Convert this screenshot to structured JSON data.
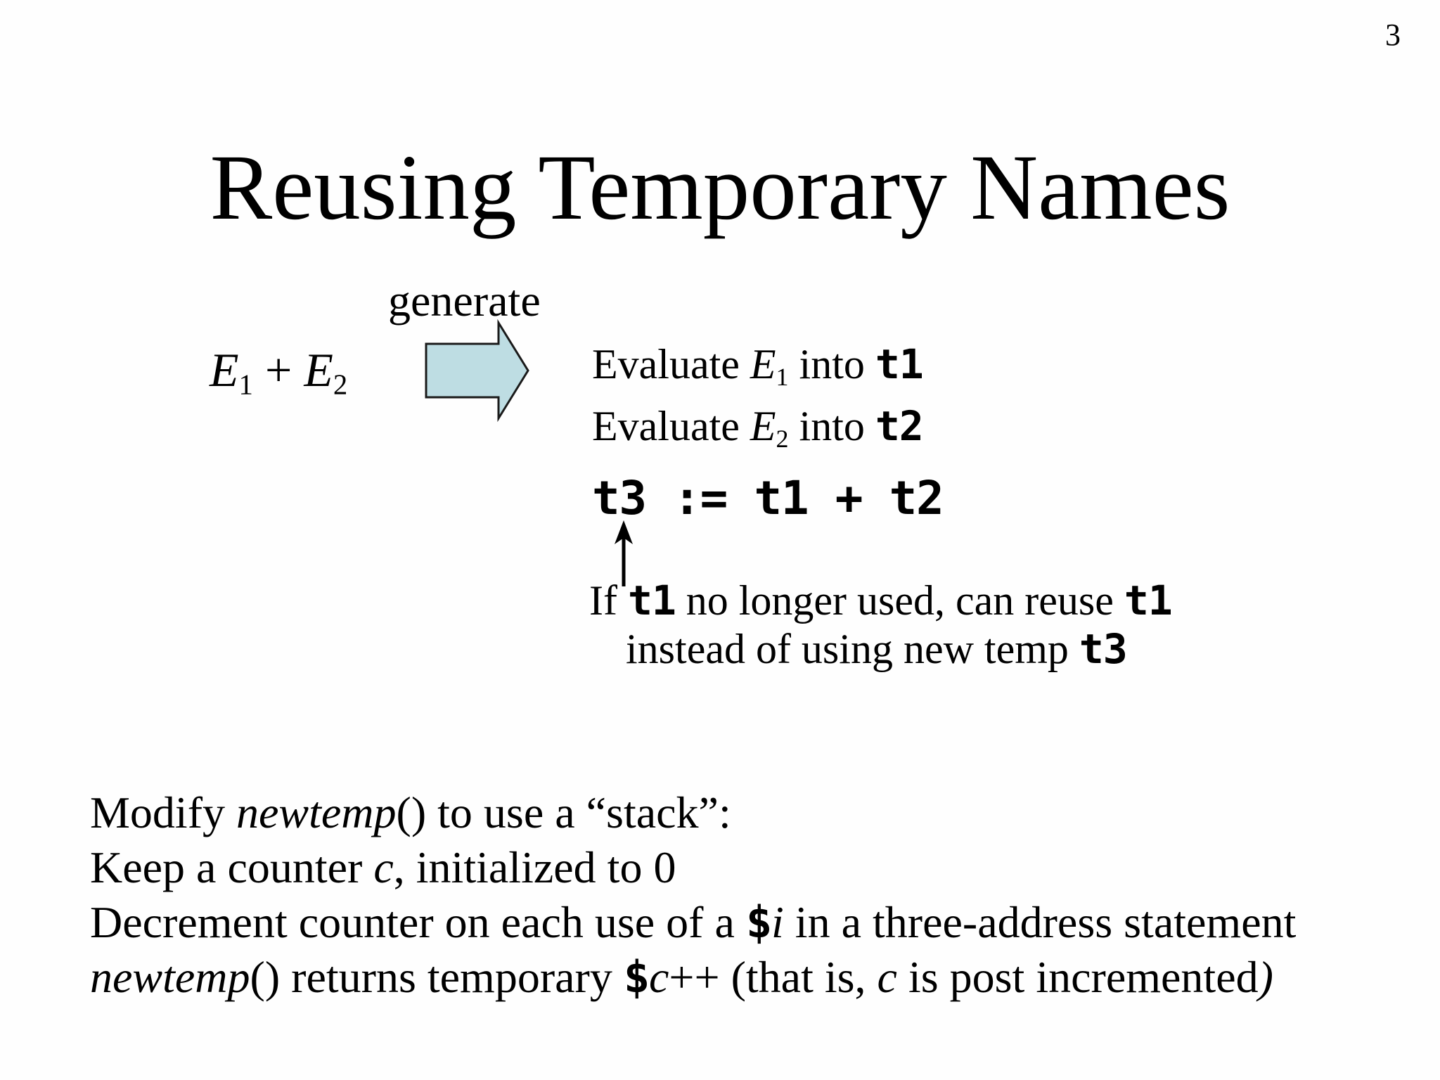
{
  "page_number": "3",
  "title": "Reusing Temporary Names",
  "colors": {
    "arrow_fill": "#bedde3",
    "arrow_stroke": "#1a1a1a",
    "text": "#000000",
    "background": "#fefefe"
  },
  "transform": {
    "label": "generate",
    "expr": {
      "e1": "E",
      "e1_sub": "1",
      "op": " + ",
      "e2": "E",
      "e2_sub": "2"
    }
  },
  "generated_code": {
    "line1": {
      "pre": "Evaluate ",
      "var": "E",
      "sub": "1",
      "mid": " into ",
      "temp": "t1"
    },
    "line2": {
      "pre": "Evaluate ",
      "var": "E",
      "sub": "2",
      "mid": " into ",
      "temp": "t2"
    },
    "line3": "t3 := t1 + t2",
    "note1": {
      "pre": "If ",
      "t1": "t1",
      "mid": " no longer used, can reuse ",
      "t1b": "t1"
    },
    "note2": {
      "pre": "instead of using new temp ",
      "t3": "t3"
    }
  },
  "notes": {
    "line1": {
      "pre": "Modify ",
      "fn": "newtemp",
      "post": "() to use a “stack”:"
    },
    "line2": {
      "pre": "Keep a counter ",
      "var": "c",
      "post": ", initialized to 0"
    },
    "line3": {
      "pre": "Decrement counter on each use of a ",
      "dollar": "$",
      "var": "i",
      "post": " in a three-address statement"
    },
    "line4": {
      "fn": "newtemp",
      "mid1": "() returns temporary ",
      "dollar": "$",
      "var": "c",
      "ops": "++",
      "mid2": " (that is, ",
      "var2": "c",
      "mid3": " is post incremented",
      "close": ")"
    }
  }
}
